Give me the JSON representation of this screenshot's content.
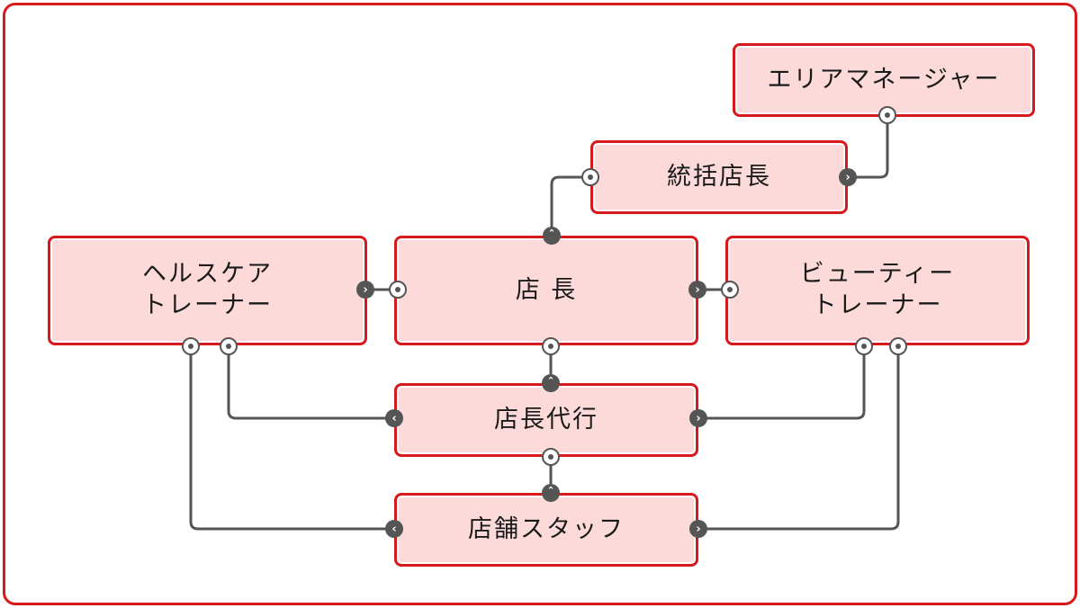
{
  "diagram": {
    "border_color": "#d7191c",
    "node_fill": "#fcdada",
    "nodes": {
      "area_manager": {
        "label": "エリアマネージャー"
      },
      "chief_manager": {
        "label": "統括店長"
      },
      "health_trainer": {
        "label": "ヘルスケア\nトレーナー"
      },
      "store_manager": {
        "label": "店 長"
      },
      "beauty_trainer": {
        "label": "ビューティー\nトレーナー"
      },
      "acting_manager": {
        "label": "店長代行"
      },
      "store_staff": {
        "label": "店舗スタッフ"
      }
    },
    "arrow_glyphs": {
      "right": "›",
      "left": "‹",
      "up": "ˆ"
    }
  }
}
